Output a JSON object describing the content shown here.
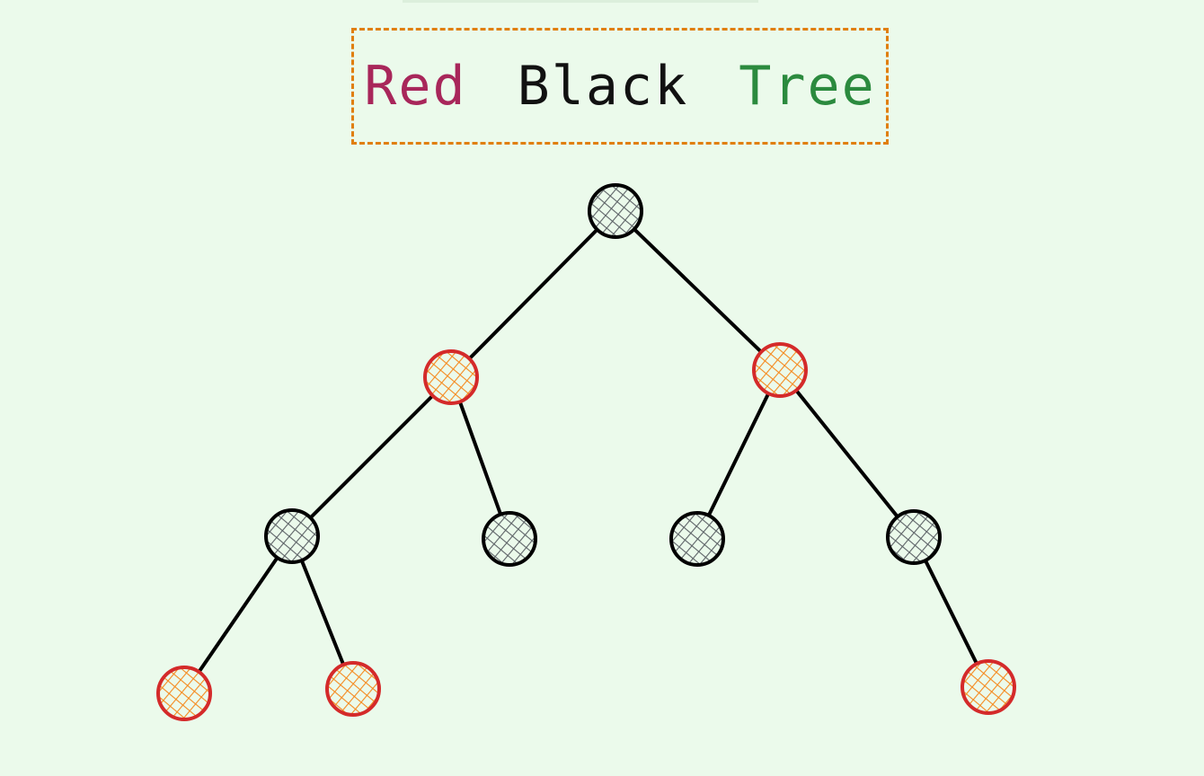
{
  "title": {
    "words": [
      {
        "text": "Red",
        "color": "#a8265a"
      },
      {
        "text": "Black",
        "color": "#111111"
      },
      {
        "text": "Tree",
        "color": "#2b8a3e"
      }
    ],
    "border_color": "#e07f10"
  },
  "colors": {
    "background": "#ebfaeb",
    "edge": "#000000",
    "black_node_stroke": "#000000",
    "black_node_hatch": "#5c6266",
    "red_node_stroke": "#d42a2a",
    "red_node_hatch": "#f58a1f"
  },
  "tree": {
    "nodes": [
      {
        "id": "n1",
        "color": "black",
        "level": 0
      },
      {
        "id": "n2",
        "color": "red",
        "level": 1
      },
      {
        "id": "n3",
        "color": "red",
        "level": 1
      },
      {
        "id": "n4",
        "color": "black",
        "level": 2
      },
      {
        "id": "n5",
        "color": "black",
        "level": 2
      },
      {
        "id": "n6",
        "color": "black",
        "level": 2
      },
      {
        "id": "n7",
        "color": "black",
        "level": 2
      },
      {
        "id": "n8",
        "color": "red",
        "level": 3
      },
      {
        "id": "n9",
        "color": "red",
        "level": 3
      },
      {
        "id": "n10",
        "color": "red",
        "level": 3
      }
    ],
    "edges": [
      [
        "n1",
        "n2"
      ],
      [
        "n1",
        "n3"
      ],
      [
        "n2",
        "n4"
      ],
      [
        "n2",
        "n5"
      ],
      [
        "n3",
        "n6"
      ],
      [
        "n3",
        "n7"
      ],
      [
        "n4",
        "n8"
      ],
      [
        "n4",
        "n9"
      ],
      [
        "n7",
        "n10"
      ]
    ]
  }
}
